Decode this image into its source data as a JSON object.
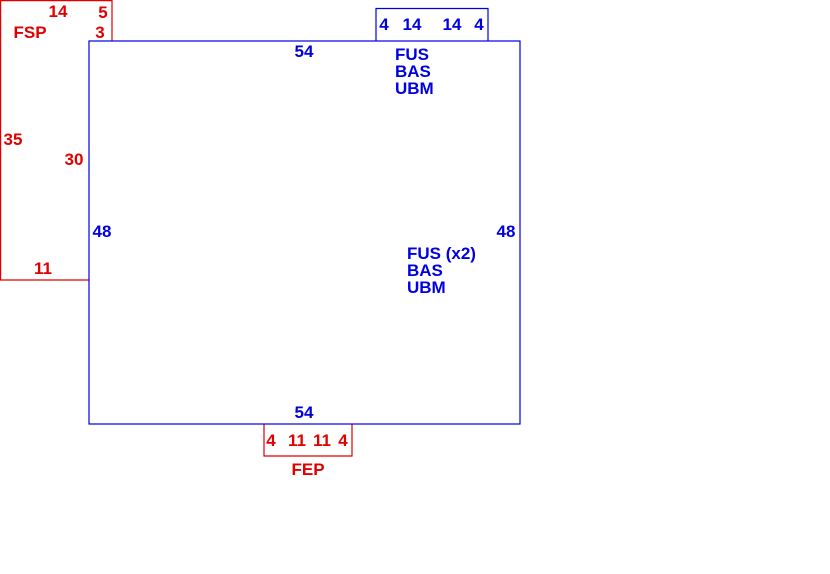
{
  "colors": {
    "red": "#e00000",
    "blue": "#0000e0"
  },
  "main": {
    "top_dim": "54",
    "bottom_dim": "54",
    "left_dim": "48",
    "right_dim": "48",
    "labels": [
      "FUS (x2)",
      "BAS",
      "UBM"
    ]
  },
  "fsp": {
    "name": "FSP",
    "top_dim": "14",
    "right_upper_dim": "5",
    "right_inner_dim": "3",
    "left_dim": "35",
    "right_lower_dim": "30",
    "bottom_dim": "11"
  },
  "top_addition": {
    "left_dim": "4",
    "top_dim": "14",
    "bottom_dim": "14",
    "right_dim": "4",
    "labels": [
      "FUS",
      "BAS",
      "UBM"
    ]
  },
  "fep": {
    "name": "FEP",
    "left_dim": "4",
    "top_dim": "11",
    "bottom_dim": "11",
    "right_dim": "4"
  }
}
